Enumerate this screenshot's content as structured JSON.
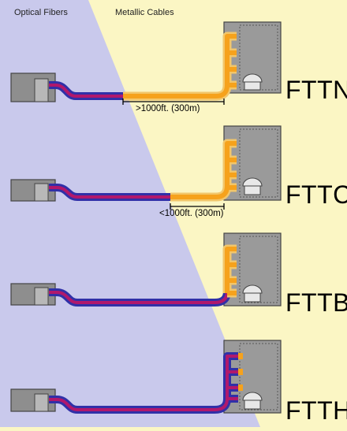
{
  "header": {
    "optical_label": "Optical Fibers",
    "metallic_label": "Metallic Cables"
  },
  "rows": [
    {
      "tag": "FTTN",
      "measure": ">1000ft. (300m)"
    },
    {
      "tag": "FTTC",
      "measure": "<1000ft. (300m)"
    },
    {
      "tag": "FTTB"
    },
    {
      "tag": "FTTH"
    }
  ],
  "colors": {
    "optical_region": "#c9c9ec",
    "metallic_region": "#fbf6c4",
    "fiber_core": "#b0186c",
    "fiber_sheath": "#3030a8",
    "copper_core": "#f6a21c",
    "copper_sheath": "#f2c66a",
    "cabinet": "#9a9a9a",
    "house": "#8e8e8e"
  }
}
